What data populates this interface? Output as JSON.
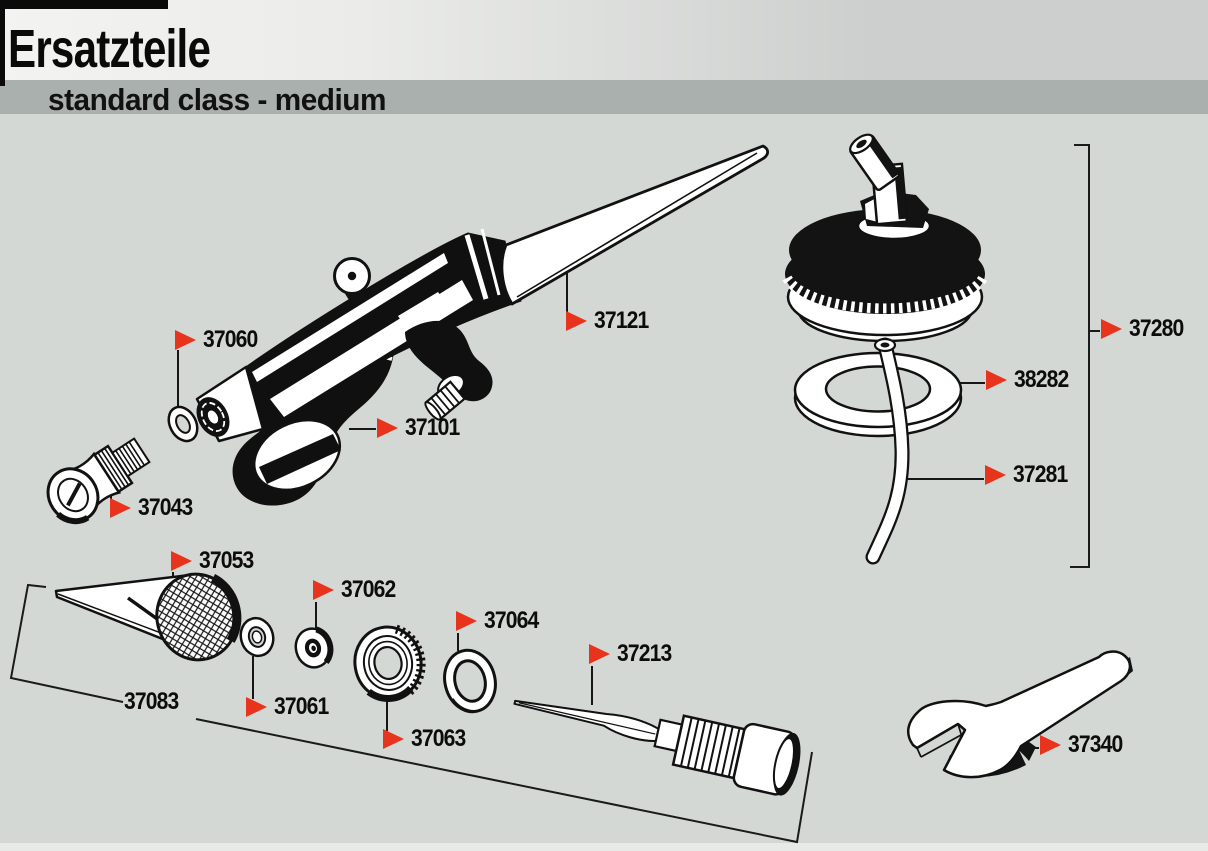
{
  "page": {
    "title": "Ersatzteile",
    "subtitle": "standard class - medium"
  },
  "colors": {
    "background": "#d3d8d4",
    "subtitle_bar": "#a9b0ad",
    "header_left": "#f3f3f1",
    "header_right": "#cdcfce",
    "marker_red": "#e8341c",
    "ink": "#111111"
  },
  "marker_icon": "red-flag-arrow",
  "labels": [
    {
      "part_number": "37060"
    },
    {
      "part_number": "37121"
    },
    {
      "part_number": "37101"
    },
    {
      "part_number": "37043"
    },
    {
      "part_number": "37280"
    },
    {
      "part_number": "38282"
    },
    {
      "part_number": "37281"
    },
    {
      "part_number": "37053"
    },
    {
      "part_number": "37062"
    },
    {
      "part_number": "37061"
    },
    {
      "part_number": "37063"
    },
    {
      "part_number": "37064"
    },
    {
      "part_number": "37213"
    },
    {
      "part_number": "37083"
    },
    {
      "part_number": "37340"
    }
  ]
}
